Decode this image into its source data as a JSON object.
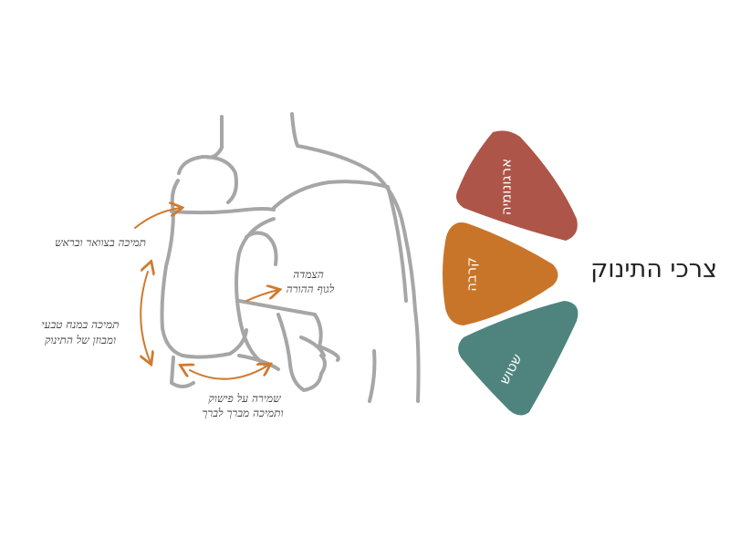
{
  "title": "צרכי התינוק",
  "segments": [
    {
      "label": "ארגונומיה",
      "color": "#ad5548"
    },
    {
      "label": "קרבה",
      "color": "#c97529"
    },
    {
      "label": "שטוש",
      "color": "#4e847d"
    }
  ],
  "annotations": {
    "neck_support": "תמיכה בצוואר ובראש",
    "back_support_1": "תמיכה במנח טבעי",
    "back_support_2": "ומבוזן של התינוק",
    "adjust_1": "הצמדה",
    "adjust_2": "לגוף ההורה",
    "hips_1": "שמירה על פישוק",
    "hips_2": "ותמיכה מברך לברך"
  },
  "colors": {
    "line": "#a6a6a6",
    "arrow": "#d07a2e"
  }
}
